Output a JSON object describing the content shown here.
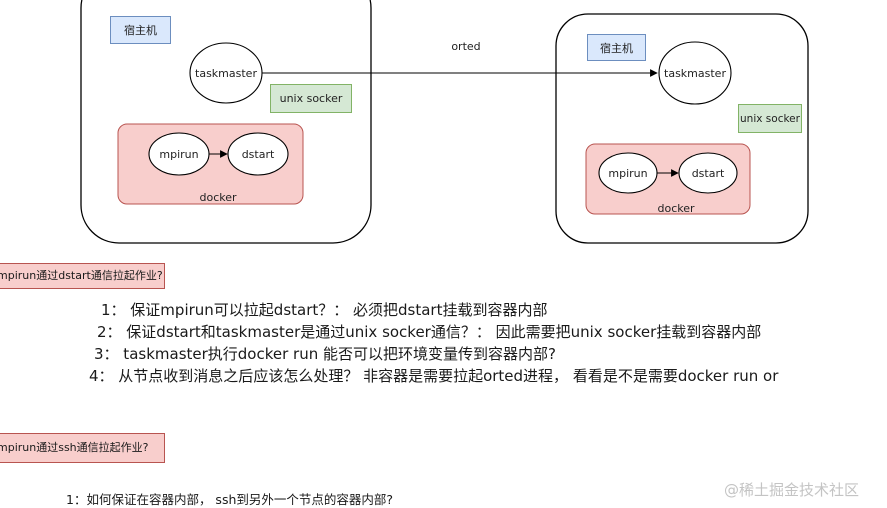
{
  "diagram": {
    "left_host": {
      "label": "宿主机",
      "taskmaster": "taskmaster",
      "socket": "unix socker",
      "container": "docker",
      "mpirun": "mpirun",
      "dstart": "dstart"
    },
    "right_host": {
      "label": "宿主机",
      "taskmaster": "taskmaster",
      "socket": "unix socker",
      "container": "docker",
      "mpirun": "mpirun",
      "dstart": "dstart"
    },
    "link_label": "orted"
  },
  "notes": {
    "note1": "mpirun通过dstart通信拉起作业?",
    "note2": "mpirun通过ssh通信拉起作业?"
  },
  "questions": [
    "1： 保证mpirun可以拉起dstart？： 必须把dstart挂载到容器内部",
    "2： 保证dstart和taskmaster是通过unix socker通信？： 因此需要把unix socker挂载到容器内部",
    "3： taskmaster执行docker run 能否可以把环境变量传到容器内部?",
    "4： 从节点收到消息之后应该怎么处理？ 非容器是需要拉起orted进程， 看看是不是需要docker run or"
  ],
  "ssh_question": "1：如何保证在容器内部， ssh到另外一个节点的容器内部?",
  "watermark": "@稀土掘金技术社区"
}
